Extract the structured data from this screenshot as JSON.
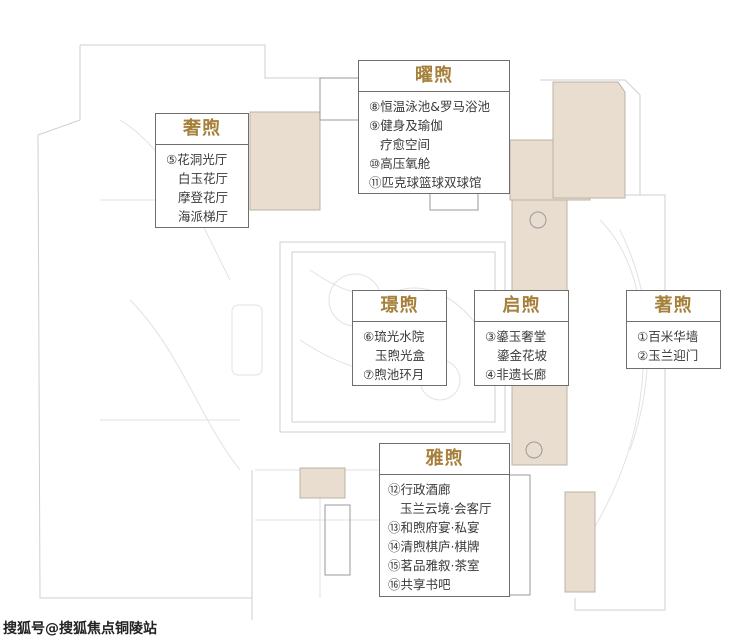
{
  "colors": {
    "accent_title": "#a6803a",
    "card_border": "#6e6e6e",
    "highlight_fill": "#e8ddcf",
    "line_color": "#c9c9c9",
    "text": "#3a3a3a"
  },
  "zones": {
    "yaoxu": {
      "title": "曜煦",
      "items": [
        "⑧恒温泳池&罗马浴池",
        "⑨健身及瑜伽",
        "疗愈空间",
        "⑩高压氧舱",
        "⑪匹克球篮球双球馆"
      ]
    },
    "shexu": {
      "title": "奢煦",
      "items": [
        "⑤花洞光厅",
        "白玉花厅",
        "摩登花厅",
        "海派梯厅"
      ]
    },
    "jingxu": {
      "title": "璟煦",
      "items": [
        "⑥琉光水院",
        "玉煦光盒",
        "⑦煦池环月"
      ]
    },
    "qixu": {
      "title": "启煦",
      "items": [
        "③鎏玉奢堂",
        "鎏金花坡",
        "④非遗长廊"
      ]
    },
    "zhuxu": {
      "title": "著煦",
      "items": [
        "①百米华墙",
        "②玉兰迎门"
      ]
    },
    "yaxu": {
      "title": "雅煦",
      "items": [
        "⑫行政酒廊",
        "玉兰云境·会客厅",
        "⑬和煦府宴·私宴",
        "⑭清煦棋庐·棋牌",
        "⑮茗品雅叙·茶室",
        "⑯共享书吧"
      ]
    }
  },
  "watermark": "搜狐号@搜狐焦点铜陵站"
}
